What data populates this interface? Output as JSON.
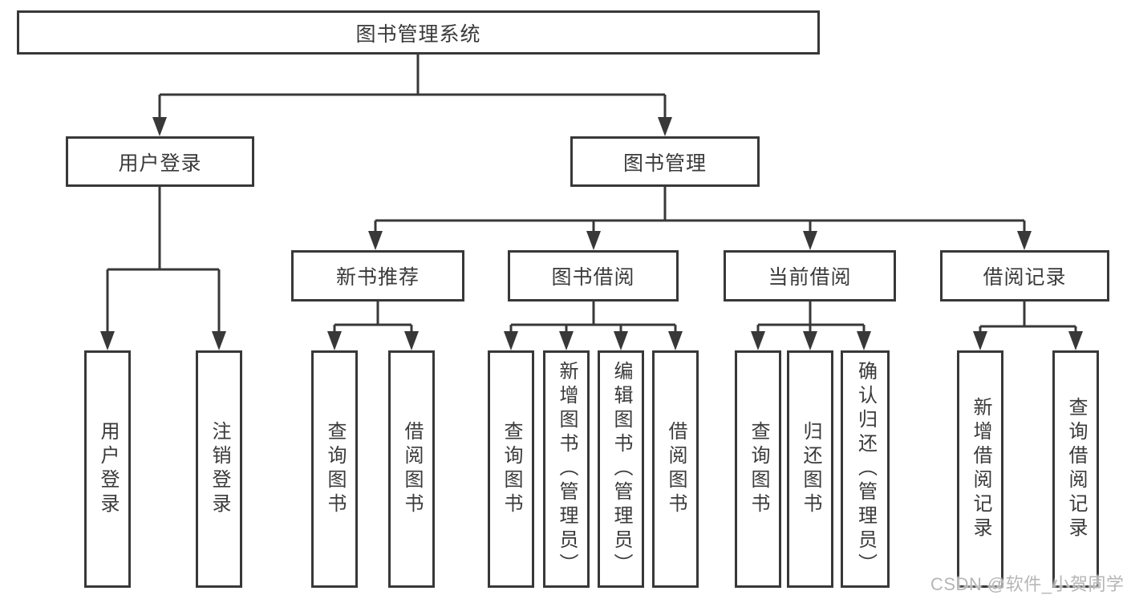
{
  "diagram": {
    "root": {
      "label": "图书管理系统"
    },
    "branches": [
      {
        "label": "用户登录",
        "children": [
          {
            "label": "用户登录"
          },
          {
            "label": "注销登录"
          }
        ]
      },
      {
        "label": "图书管理",
        "children": [
          {
            "label": "新书推荐",
            "children": [
              {
                "label": "查询图书"
              },
              {
                "label": "借阅图书"
              }
            ]
          },
          {
            "label": "图书借阅",
            "children": [
              {
                "label": "查询图书"
              },
              {
                "label": "新增图书（管理员）"
              },
              {
                "label": "编辑图书（管理员）"
              },
              {
                "label": "借阅图书"
              }
            ]
          },
          {
            "label": "当前借阅",
            "children": [
              {
                "label": "查询图书"
              },
              {
                "label": "归还图书"
              },
              {
                "label": "确认归还（管理员）"
              }
            ]
          },
          {
            "label": "借阅记录",
            "children": [
              {
                "label": "新增借阅记录"
              },
              {
                "label": "查询借阅记录"
              }
            ]
          }
        ]
      }
    ]
  },
  "watermark": {
    "text": "CSDN @软件_小贺同学"
  },
  "colors": {
    "line": "#383838",
    "text": "#3a3a3a",
    "watermark": "#b6b6b6",
    "background": "#ffffff"
  }
}
